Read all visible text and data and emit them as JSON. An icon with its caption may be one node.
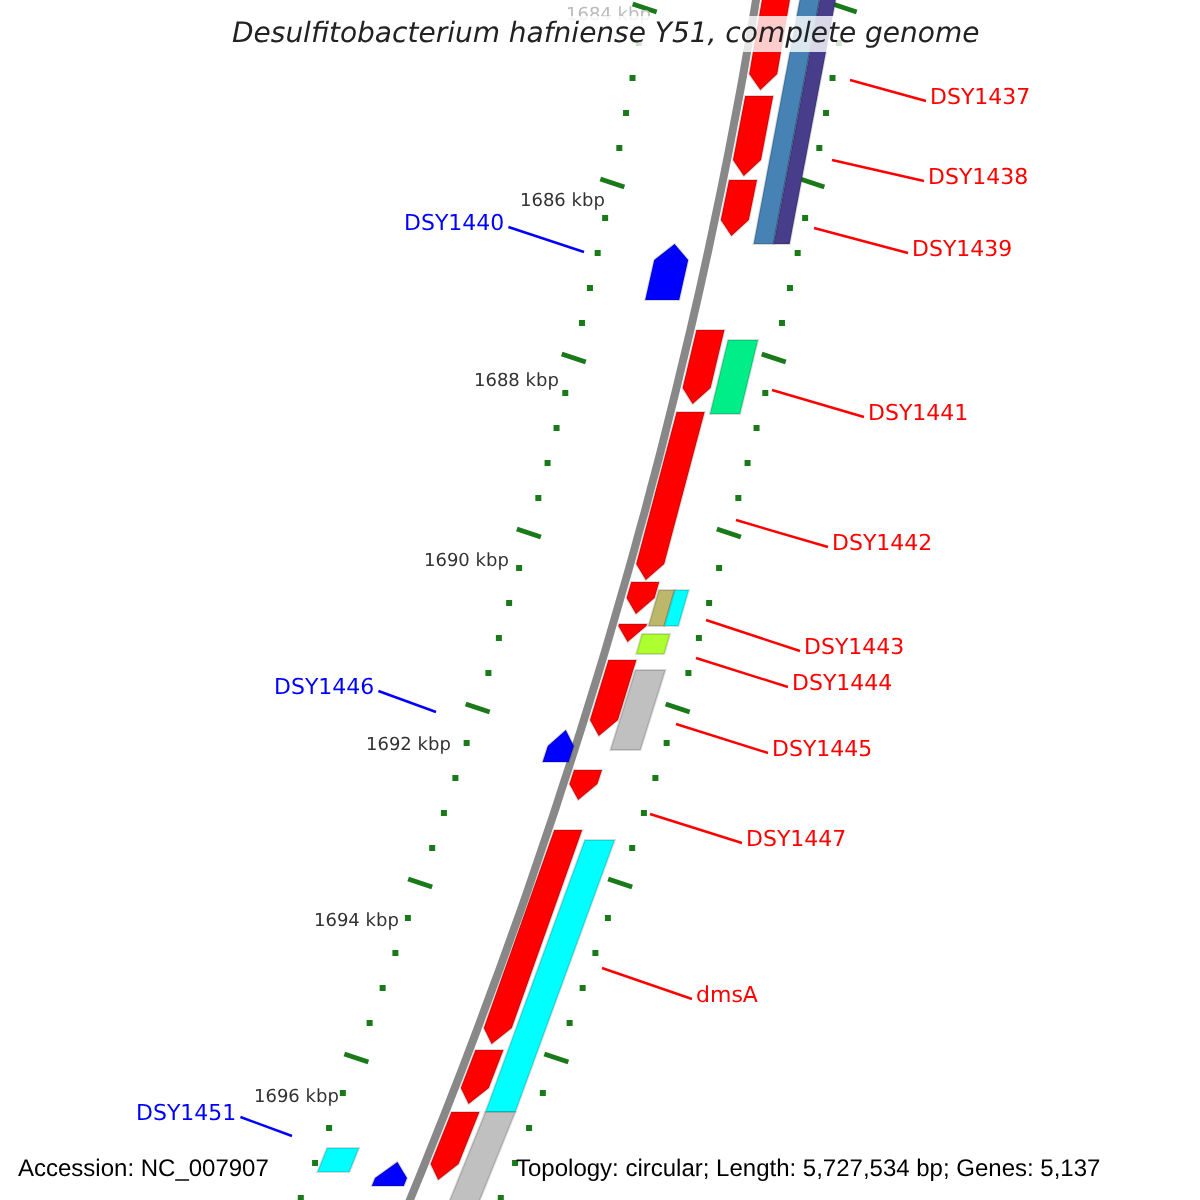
{
  "diagram": {
    "title": "Desulfitobacterium hafniense Y51, complete genome",
    "nodes": [
      {
        "text": [
          "DSY1437"
        ]
      },
      {
        "text": [
          "DSY1438"
        ]
      },
      {
        "text": [
          "DSY1439"
        ]
      },
      {
        "text": [
          "DSY1440"
        ]
      },
      {
        "text": [
          "DSY1441"
        ]
      },
      {
        "text": [
          "DSY1442"
        ]
      },
      {
        "text": [
          "DSY1443"
        ]
      },
      {
        "text": [
          "DSY1444"
        ]
      },
      {
        "text": [
          "DSY1445"
        ]
      },
      {
        "text": [
          "DSY1446"
        ]
      },
      {
        "text": [
          "DSY1447"
        ]
      },
      {
        "text": [
          "dmsA"
        ]
      },
      {
        "text": [
          "DSY1451"
        ]
      }
    ],
    "edges": [
      {
        "from": 0,
        "to": null,
        "arrow": "none"
      },
      {
        "from": 1,
        "to": null,
        "arrow": "none"
      },
      {
        "from": 2,
        "to": null,
        "arrow": "none"
      },
      {
        "from": 3,
        "to": null,
        "arrow": "none",
        "color": "#0000ff"
      },
      {
        "from": 4,
        "to": null,
        "arrow": "none"
      },
      {
        "from": 5,
        "to": null,
        "arrow": "none"
      },
      {
        "from": 6,
        "to": null,
        "arrow": "none"
      },
      {
        "from": 7,
        "to": null,
        "arrow": "none"
      },
      {
        "from": 8,
        "to": null,
        "arrow": "none"
      },
      {
        "from": 9,
        "to": null,
        "arrow": "none",
        "color": "#0000ff"
      },
      {
        "from": 10,
        "to": null,
        "arrow": "none"
      },
      {
        "from": 11,
        "to": null,
        "arrow": "none"
      },
      {
        "from": 12,
        "to": null,
        "arrow": "none",
        "color": "#0000ff"
      }
    ],
    "labels": [
      "1684 kbp",
      "1686 kbp",
      "1688 kbp",
      "1690 kbp",
      "1692 kbp",
      "1694 kbp",
      "1696 kbp",
      "Accession: NC_007907",
      "Topology: circular; Length: 5,727,534 bp; Genes: 5,137"
    ]
  }
}
